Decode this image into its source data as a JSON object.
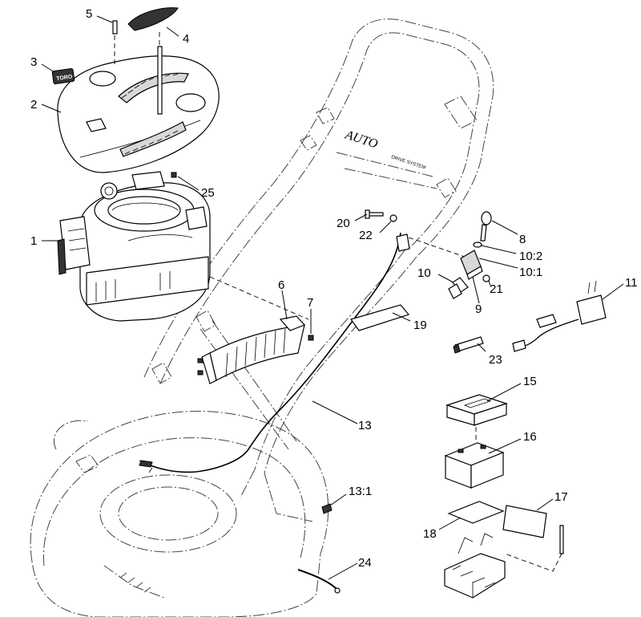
{
  "diagram": {
    "callouts": {
      "c1": "1",
      "c2": "2",
      "c3": "3",
      "c4": "4",
      "c5": "5",
      "c6": "6",
      "c7": "7",
      "c8": "8",
      "c9": "9",
      "c10": "10",
      "c10_1": "10:1",
      "c10_2": "10:2",
      "c11": "11",
      "c13": "13",
      "c13_1": "13:1",
      "c15": "15",
      "c16": "16",
      "c17": "17",
      "c18": "18",
      "c19": "19",
      "c20": "20",
      "c21": "21",
      "c22": "22",
      "c23": "23",
      "c24": "24",
      "c25": "25"
    },
    "labels": {
      "handle_brand": "AUTO",
      "handle_sub": "DRIVE SYSTEM",
      "decal_text": "TORO"
    }
  }
}
